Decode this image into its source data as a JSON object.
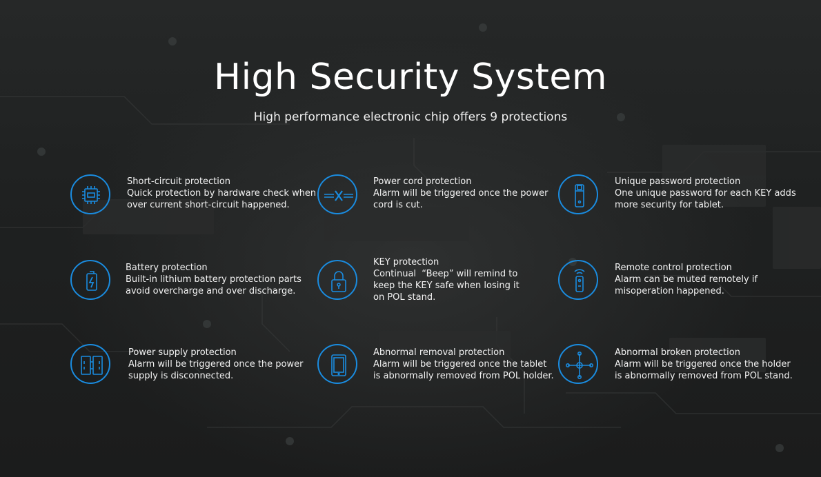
{
  "header": {
    "title": "High Security System",
    "subtitle": "High performance electronic chip offers 9 protections"
  },
  "theme": {
    "accent": "#1a8ce0",
    "background": "#1e1f1f"
  },
  "features": [
    {
      "icon": "chip-icon",
      "title": "Short-circuit protection",
      "lines": [
        "Quick protection by hardware check when",
        "over current short-circuit happened."
      ]
    },
    {
      "icon": "cut-cord-icon",
      "title": "Power cord protection",
      "lines": [
        "Alarm will be triggered once the power",
        "cord is cut."
      ]
    },
    {
      "icon": "usb-key-icon",
      "title": "Unique password protection",
      "lines": [
        "One unique password for each KEY adds",
        "more security for tablet."
      ]
    },
    {
      "icon": "battery-icon",
      "title": "Battery protection",
      "lines": [
        "Built-in lithium battery protection parts",
        "avoid overcharge and over discharge."
      ]
    },
    {
      "icon": "padlock-icon",
      "title": "KEY protection",
      "lines": [
        "Continual  “Beep” will remind to",
        "keep the KEY safe when losing it",
        "on POL stand."
      ]
    },
    {
      "icon": "remote-control-icon",
      "title": "Remote control protection",
      "lines": [
        "Alarm can be muted remotely if",
        "misoperation happened."
      ]
    },
    {
      "icon": "power-plug-icon",
      "title": "Power supply protection",
      "lines": [
        "Alarm will be triggered once the power",
        "supply is disconnected."
      ]
    },
    {
      "icon": "tablet-icon",
      "title": "Abnormal removal protection",
      "lines": [
        "Alarm will be triggered once the tablet",
        "is abnormally removed from POL holder."
      ]
    },
    {
      "icon": "holder-cross-icon",
      "title": "Abnormal broken protection",
      "lines": [
        "Alarm will be triggered once the holder",
        "is abnormally removed from POL stand."
      ]
    }
  ]
}
